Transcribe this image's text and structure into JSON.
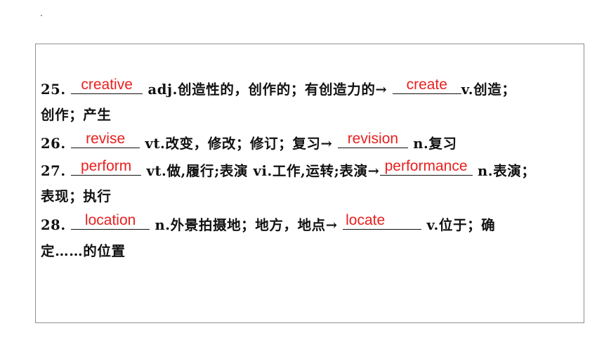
{
  "items": [
    {
      "num": "25.",
      "answer1": "creative",
      "def1": "adj.创造性的，创作的；有创造力的→",
      "answer2": "create",
      "def2": "v.创造；",
      "cont": "创作；产生"
    },
    {
      "num": "26.",
      "answer1": "revise",
      "def1": "vt.改变，修改；修订；复习→",
      "answer2": "revision",
      "def2": "n.复习"
    },
    {
      "num": "27.",
      "answer1": "perform",
      "def1": "vt.做,履行;表演 vi.工作,运转;表演→",
      "answer2": "performance",
      "def2": "n.表演；",
      "cont": "表现；执行"
    },
    {
      "num": "28.",
      "answer1": "location",
      "def1": "n.外景拍摄地；地方，地点→",
      "answer2": "locate",
      "def2": "v.位于；确",
      "cont": "定……的位置"
    }
  ],
  "colors": {
    "answer": "#e8201f",
    "text": "#111111",
    "border": "#8f8f8f"
  }
}
